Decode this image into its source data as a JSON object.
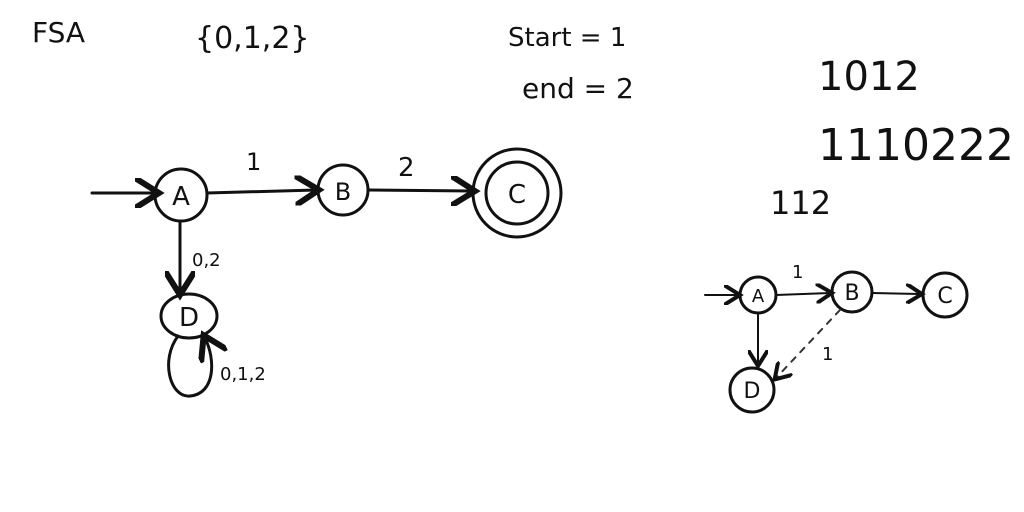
{
  "heading": {
    "title": "FSA",
    "alphabet": "{0,1,2}",
    "start": "Start = 1",
    "end": "end = 2"
  },
  "right_notes": {
    "pattern": "1012",
    "input": "1110222",
    "reduced": "112"
  },
  "main_fsa": {
    "states": {
      "a": "A",
      "b": "B",
      "c": "C",
      "d": "D"
    },
    "edges": {
      "ab": "1",
      "bc": "2",
      "ad": "0,2",
      "dd": "0,1,2"
    }
  },
  "small_fsa": {
    "states": {
      "a": "A",
      "b": "B",
      "c": "C",
      "d": "D"
    },
    "edges": {
      "ab": "1",
      "bd": "1"
    }
  }
}
